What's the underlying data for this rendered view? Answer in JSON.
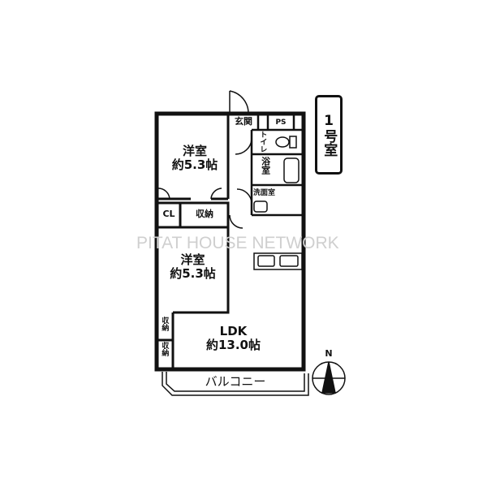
{
  "unit_label": {
    "number": "1",
    "text": "号室"
  },
  "watermark": "PITAT HOUSE NETWORK",
  "rooms": {
    "western_room_1": {
      "name": "洋室",
      "size": "約5.3帖"
    },
    "western_room_2": {
      "name": "洋室",
      "size": "約5.3帖"
    },
    "ldk": {
      "name": "LDK",
      "size": "約13.0帖"
    },
    "closet": "CL",
    "storage": "収納",
    "storage_small_1": "収納",
    "storage_small_2": "収納",
    "entrance": "玄関",
    "ps": "PS",
    "toilet": "トイレ",
    "bathroom": "浴室",
    "washroom": "洗面室",
    "balcony": "バルコニー"
  },
  "compass": {
    "north": "N"
  }
}
